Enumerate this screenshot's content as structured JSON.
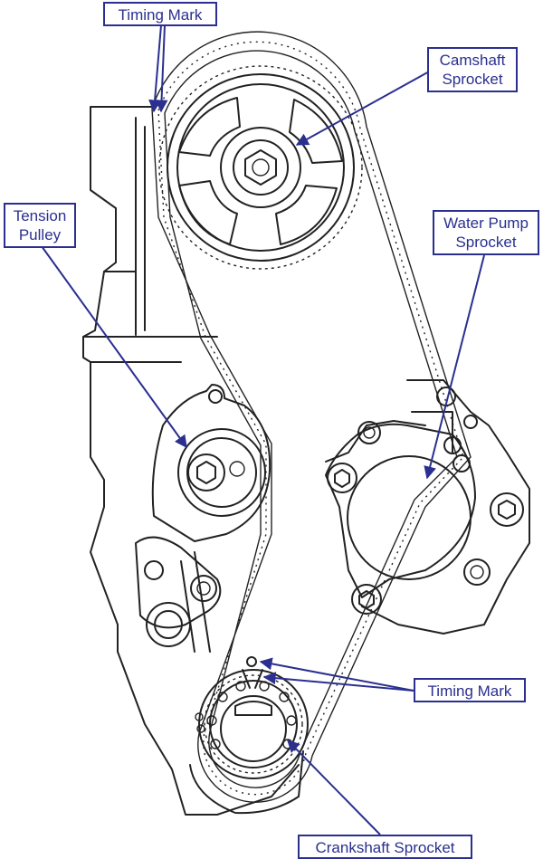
{
  "labels": {
    "timing_mark_top": "Timing Mark",
    "camshaft_sprocket": [
      "Camshaft",
      "Sprocket"
    ],
    "tension_pulley": [
      "Tension",
      "Pulley"
    ],
    "water_pump_sprocket": [
      "Water Pump",
      "Sprocket"
    ],
    "timing_mark_bottom": "Timing Mark",
    "crankshaft_sprocket": "Crankshaft Sprocket"
  },
  "colors": {
    "callout": "#2b2f8f",
    "linework": "#222222",
    "background": "#ffffff"
  }
}
